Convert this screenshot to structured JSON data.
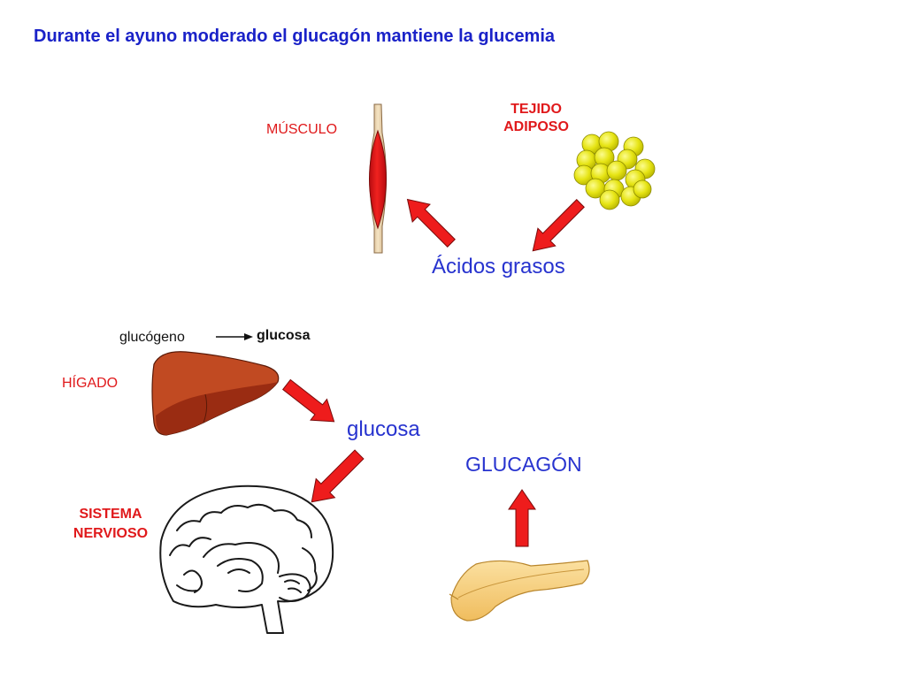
{
  "title": "Durante el ayuno moderado el glucagón mantiene la glucemia",
  "labels": {
    "muscle": "MÚSCULO",
    "adipose_line1": "TEJIDO",
    "adipose_line2": "ADIPOSO",
    "fatty_acids": "Ácidos grasos",
    "glycogen": "glucógeno",
    "glucose_small": "glucosa",
    "liver": "HÍGADO",
    "glucose": "glucosa",
    "glucagon": "GLUCAGÓN",
    "nervous_line1": "SISTEMA",
    "nervous_line2": "NERVIOSO"
  },
  "colors": {
    "title": "#1a22c8",
    "organ_label": "#e0191b",
    "metabolite": "#2733cf",
    "arrow": "#ee1c1c",
    "liver": "#b83a1a",
    "fat": "#e8e614",
    "pancreas": "#f5cd78",
    "muscle": "#e8161a"
  },
  "icons": [
    "muscle-icon",
    "adipose-tissue-icon",
    "liver-icon",
    "brain-icon",
    "pancreas-icon",
    "arrow-icon"
  ]
}
